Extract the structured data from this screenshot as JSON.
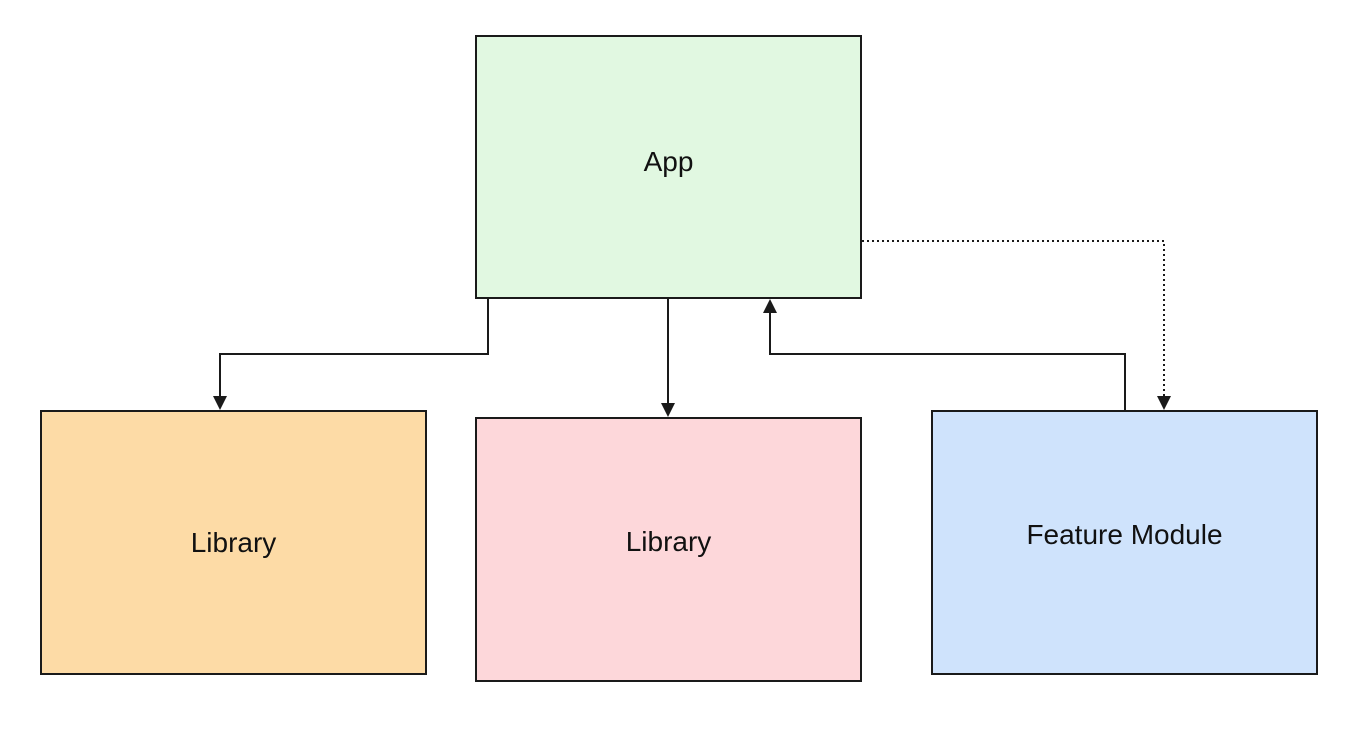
{
  "nodes": {
    "app": {
      "label": "App",
      "fill": "#e1f8e1"
    },
    "library_left": {
      "label": "Library",
      "fill": "#fddba6"
    },
    "library_middle": {
      "label": "Library",
      "fill": "#fdd7da"
    },
    "feature_module": {
      "label": "Feature Module",
      "fill": "#cfe3fc"
    }
  },
  "edges": [
    {
      "from": "app",
      "to": "library_left",
      "style": "solid"
    },
    {
      "from": "app",
      "to": "library_middle",
      "style": "solid"
    },
    {
      "from": "feature_module",
      "to": "app",
      "style": "solid"
    },
    {
      "from": "app",
      "to": "feature_module",
      "style": "dotted"
    }
  ],
  "colors": {
    "stroke": "#1a1a1a",
    "background": "#ffffff"
  }
}
